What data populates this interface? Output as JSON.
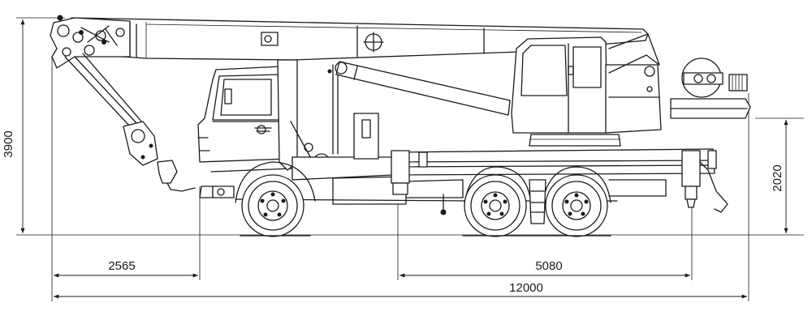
{
  "drawing": {
    "dimensions": {
      "total_height": "3900",
      "chassis_height": "2020",
      "front_overhang": "2565",
      "wheelbase": "5080",
      "total_length": "12000"
    }
  }
}
